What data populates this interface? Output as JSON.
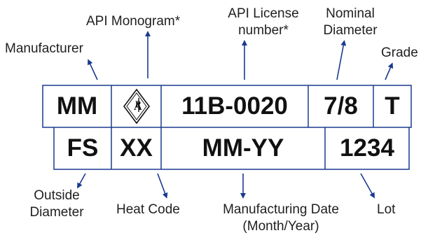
{
  "colors": {
    "arrow": "#1a3a8f",
    "border": "#1a3a8f",
    "text": "#111111",
    "label": "#1f1f1f"
  },
  "top_labels": {
    "manufacturer": "Manufacturer",
    "api_monogram": "API Monogram*",
    "api_license_1": "API License",
    "api_license_2": "number*",
    "nominal_1": "Nominal",
    "nominal_2": "Diameter",
    "grade": "Grade"
  },
  "row1": {
    "manufacturer": "MM",
    "monogram_icon": "api-monogram-icon",
    "license": "11B-0020",
    "nominal": "7/8",
    "grade": "T"
  },
  "row2": {
    "outside_diameter": "FS",
    "heat_code": "XX",
    "mfg_date": "MM-YY",
    "lot": "1234"
  },
  "bottom_labels": {
    "outside_1": "Outside",
    "outside_2": "Diameter",
    "heat_code": "Heat Code",
    "mfg_date_1": "Manufacturing Date",
    "mfg_date_2": "(Month/Year)",
    "lot": "Lot"
  }
}
